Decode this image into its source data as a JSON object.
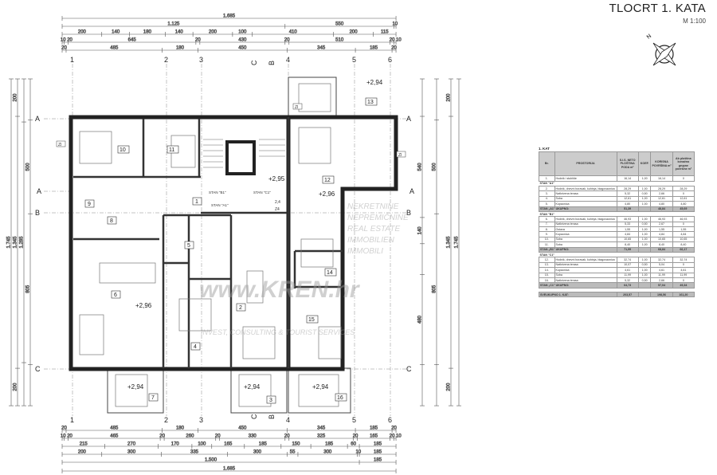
{
  "header": {
    "title": "TLOCRT 1. KATA",
    "scale": "M 1:100"
  },
  "compass": {
    "north_label": "N"
  },
  "dimensions": {
    "top": [
      [
        1685
      ],
      [
        1125,
        550,
        10
      ],
      [
        200,
        140,
        180,
        140,
        200,
        100,
        410,
        200,
        115
      ],
      [
        10,
        20,
        645,
        20,
        430,
        20,
        510,
        20,
        10
      ],
      [
        20,
        485,
        180,
        450,
        345,
        185,
        20
      ]
    ],
    "bottom": [
      [
        20,
        485,
        180,
        450,
        345,
        185,
        20
      ],
      [
        10,
        20,
        465,
        20,
        260,
        20,
        330,
        20,
        325,
        20,
        165,
        20,
        10
      ],
      [
        215,
        270,
        170,
        100,
        165,
        185,
        150,
        185,
        60,
        185
      ],
      [
        200,
        300,
        335,
        300,
        55,
        300,
        10,
        185
      ],
      [
        1500,
        185
      ],
      [
        1685
      ]
    ],
    "left": [
      [
        1745
      ],
      [
        200,
        1345,
        200
      ],
      [
        -230,
        1285,
        -230
      ],
      [
        -220,
        500,
        805,
        -220
      ]
    ],
    "right": [
      [
        -200,
        540,
        140,
        -165,
        480,
        -220
      ],
      [
        -220,
        500,
        805,
        -220
      ],
      [
        200,
        1345,
        200
      ],
      [
        1745
      ]
    ]
  },
  "axes": {
    "columns": [
      "1",
      "2",
      "3",
      "4",
      "5",
      "6"
    ],
    "rows": [
      "A",
      "B",
      "C"
    ],
    "sections": [
      "A",
      "C",
      "B"
    ]
  },
  "rooms": [
    "1",
    "2",
    "3",
    "4",
    "5",
    "6",
    "7",
    "8",
    "9",
    "10",
    "11",
    "12",
    "13",
    "14",
    "15",
    "16"
  ],
  "elevations": [
    "+2,94",
    "+2,95",
    "+2,96",
    "+2,96",
    "+2,94",
    "+2,94",
    "+2,94"
  ],
  "apartments": [
    "STAN \"A1\"",
    "STAN \"B1\"",
    "STAN \"C1\""
  ],
  "markers": {
    "zi": "ZI",
    "z4": "Z4",
    "z24": "2,4"
  },
  "watermark": {
    "lines": [
      "NEKRETNINE",
      "NEPREMIČNINE",
      "REAL ESTATE",
      "IMMOBILIEN",
      "IMMOBILI"
    ],
    "brand": "www.KREN.hr",
    "tagline": "INVEST, CONSULTING & TOURIST SERVICES"
  },
  "table": {
    "caption": "1. KAT",
    "headers": [
      "Br.",
      "PROSTORIJA",
      "S.I.S. NETO PLOŠTINA PODA m²",
      "KOEF.",
      "KORISNA POVRŠINA m²",
      "Ab ploština konačno grupne površine m²"
    ],
    "rows": [
      {
        "type": "row",
        "cells": [
          "1.",
          "Hodnik i stubište",
          "16,14",
          "1,00",
          "16,14",
          "0"
        ]
      },
      {
        "type": "group",
        "label": "STAN \"A1\""
      },
      {
        "type": "row",
        "cells": [
          "2.",
          "Hodnik, dnevni boravak, kuhinja, blagovaonica",
          "28,29",
          "1,00",
          "28,29",
          "28,29"
        ]
      },
      {
        "type": "row",
        "cells": [
          "3.",
          "Natkrivena terasa",
          "5,32",
          "0,50",
          "2,66",
          "0"
        ]
      },
      {
        "type": "row",
        "cells": [
          "4.",
          "Soba",
          "12,61",
          "1,00",
          "12,61",
          "12,61"
        ]
      },
      {
        "type": "row",
        "cells": [
          "5.",
          "Kupaonica",
          "4,80",
          "1,00",
          "4,80",
          "4,80"
        ]
      },
      {
        "type": "sum",
        "cells": [
          "STAN „A1\" UKUPNO:",
          "51,39",
          "",
          "48,84",
          "45,69"
        ]
      },
      {
        "type": "group",
        "label": "STAN \"B1\""
      },
      {
        "type": "row",
        "cells": [
          "6.",
          "Hodnik, dnevni boravak, kuhinja, blagovaonica",
          "46,93",
          "1,00",
          "46,93",
          "46,93"
        ]
      },
      {
        "type": "row",
        "cells": [
          "7.",
          "Natkrivena terasa",
          "5,33",
          "0,50",
          "2,67",
          "0"
        ]
      },
      {
        "type": "row",
        "cells": [
          "8.",
          "Ostava",
          "1,55",
          "1,00",
          "1,55",
          "1,55"
        ]
      },
      {
        "type": "row",
        "cells": [
          "9.",
          "Kupaonica",
          "4,84",
          "1,00",
          "4,84",
          "4,84"
        ]
      },
      {
        "type": "row",
        "cells": [
          "10.",
          "Soba",
          "10,65",
          "1,00",
          "10,65",
          "10,65"
        ]
      },
      {
        "type": "row",
        "cells": [
          "11.",
          "Soba",
          "8,40",
          "1,00",
          "8,40",
          "8,40"
        ]
      },
      {
        "type": "sum",
        "cells": [
          "STAN „B1\" UKUPNO:",
          "71,99",
          "",
          "68,84",
          "66,17"
        ]
      },
      {
        "type": "group",
        "label": "STAN \"C1\""
      },
      {
        "type": "row",
        "cells": [
          "12.",
          "Hodnik, dnevni boravak, kuhinja, blagovaonica",
          "32,74",
          "1,00",
          "32,74",
          "32,74"
        ]
      },
      {
        "type": "row",
        "cells": [
          "13.",
          "Natkrivena terasa",
          "10,07",
          "0,50",
          "5,04",
          "0"
        ]
      },
      {
        "type": "row",
        "cells": [
          "14.",
          "Kupaonica",
          "4,61",
          "1,00",
          "4,61",
          "4,61"
        ]
      },
      {
        "type": "row",
        "cells": [
          "15.",
          "Soba",
          "11,99",
          "1,00",
          "11,99",
          "11,99"
        ]
      },
      {
        "type": "row",
        "cells": [
          "16.",
          "Natkrivena terasa",
          "5,32",
          "0,50",
          "2,66",
          "0"
        ]
      },
      {
        "type": "sum",
        "cells": [
          "STAN „C1\" UKUPNO:",
          "64,73",
          "",
          "57,04",
          "49,34"
        ]
      },
      {
        "type": "gap"
      },
      {
        "type": "sum",
        "cells": [
          "SVEUKUPNO 1. KAT:",
          "203,57",
          "",
          "198,56",
          "161,20"
        ]
      }
    ]
  }
}
